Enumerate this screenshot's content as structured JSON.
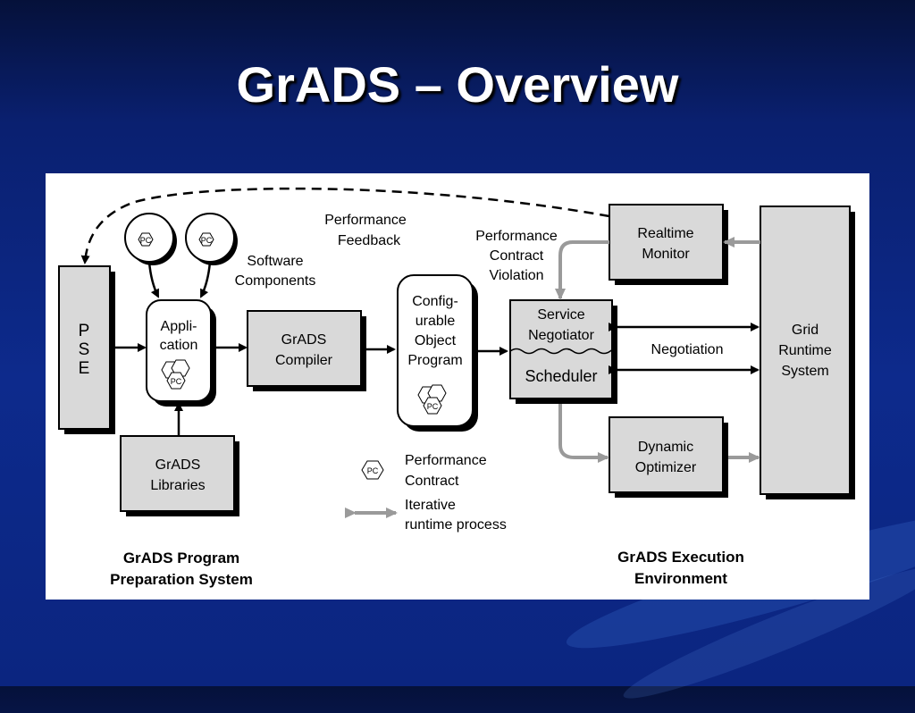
{
  "slide": {
    "title": "GrADS – Overview",
    "accent_color": "#0d2a8c"
  },
  "diagram": {
    "pse": {
      "lines": [
        "P",
        "S",
        "E"
      ]
    },
    "application": {
      "lines": [
        "Appli-",
        "cation"
      ]
    },
    "software_components": {
      "lines": [
        "Software",
        "Components"
      ]
    },
    "grads_libraries": {
      "lines": [
        "GrADS",
        "Libraries"
      ]
    },
    "grads_compiler": {
      "lines": [
        "GrADS",
        "Compiler"
      ]
    },
    "performance_feedback": {
      "lines": [
        "Performance",
        "Feedback"
      ]
    },
    "configurable_object_program": {
      "lines": [
        "Config-",
        "urable",
        "Object",
        "Program"
      ]
    },
    "performance_contract_violation": {
      "lines": [
        "Performance",
        "Contract",
        "Violation"
      ]
    },
    "service_negotiator": {
      "lines": [
        "Service",
        "Negotiator"
      ]
    },
    "scheduler": {
      "label": "Scheduler"
    },
    "negotiation": {
      "label": "Negotiation"
    },
    "realtime_monitor": {
      "lines": [
        "Realtime",
        "Monitor"
      ]
    },
    "dynamic_optimizer": {
      "lines": [
        "Dynamic",
        "Optimizer"
      ]
    },
    "grid_runtime_system": {
      "lines": [
        "Grid",
        "Runtime",
        "System"
      ]
    },
    "pc_icon_label": "PC",
    "legend": {
      "performance_contract": [
        "Performance",
        "Contract"
      ],
      "iterative_runtime": [
        "Iterative",
        "runtime process"
      ]
    },
    "program_preparation_system": {
      "lines": [
        "GrADS Program",
        "Preparation System"
      ]
    },
    "execution_environment": {
      "lines": [
        "GrADS Execution",
        "Environment"
      ]
    },
    "colors": {
      "box_fill": "#d9d9d9",
      "gray_arrow": "#9a9a9a",
      "outline": "#000000"
    }
  }
}
